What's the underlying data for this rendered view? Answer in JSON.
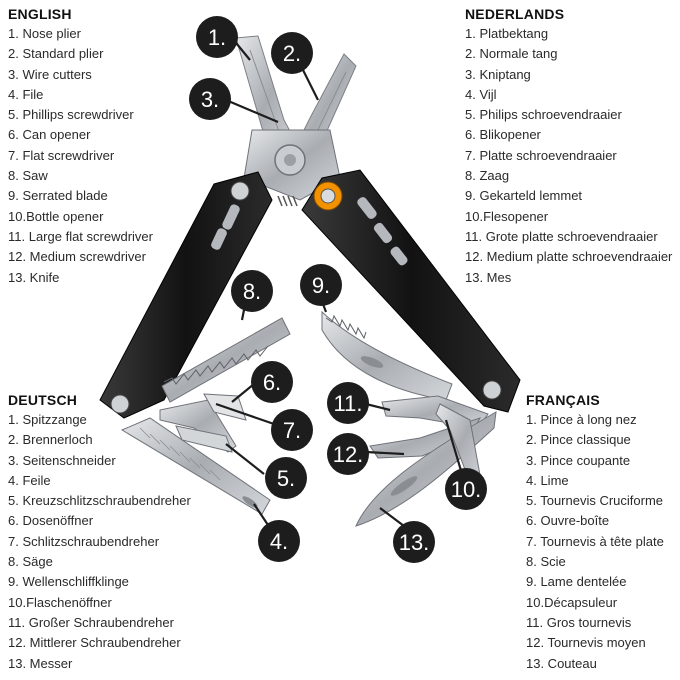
{
  "legends": {
    "english": {
      "heading": "ENGLISH",
      "items": [
        "1. Nose plier",
        "2. Standard plier",
        "3. Wire cutters",
        "4. File",
        "5. Phillips screwdriver",
        "6. Can opener",
        "7. Flat screwdriver",
        "8. Saw",
        "9. Serrated blade",
        "10.Bottle opener",
        "11. Large flat screwdriver",
        "12. Medium screwdriver",
        "13. Knife"
      ]
    },
    "nederlands": {
      "heading": "NEDERLANDS",
      "items": [
        "1. Platbektang",
        "2. Normale tang",
        "3. Kniptang",
        "4. Vijl",
        "5. Philips schroevendraaier",
        "6. Blikopener",
        "7. Platte schroevendraaier",
        "8. Zaag",
        "9. Gekarteld lemmet",
        "10.Flesopener",
        "11. Grote platte schroevendraaier",
        "12. Medium platte schroevendraaier",
        "13. Mes"
      ]
    },
    "deutsch": {
      "heading": "DEUTSCH",
      "items": [
        "1. Spitzzange",
        "2. Brennerloch",
        "3. Seitenschneider",
        "4. Feile",
        "5. Kreuzschlitzschraubendreher",
        "6. Dosenöffner",
        "7. Schlitzschraubendreher",
        "8. Säge",
        "9. Wellenschliffklinge",
        "10.Flaschenöffner",
        "11. Großer Schraubendreher",
        "12. Mittlerer Schraubendreher",
        "13. Messer"
      ]
    },
    "francais": {
      "heading": "FRANÇAIS",
      "items": [
        "1. Pince à long nez",
        "2. Pince classique",
        "3. Pince coupante",
        "4. Lime",
        "5. Tournevis Cruciforme",
        "6. Ouvre-boîte",
        "7. Tournevis à tête plate",
        "8. Scie",
        "9. Lame dentelée",
        "10.Décapsuleur",
        "11. Gros tournevis",
        "12. Tournevis moyen",
        "13. Couteau"
      ]
    }
  },
  "callouts": [
    "1.",
    "2.",
    "3.",
    "4.",
    "5.",
    "6.",
    "7.",
    "8.",
    "9.",
    "10.",
    "11.",
    "12.",
    "13."
  ],
  "colors": {
    "handle": "#1c1c1c",
    "steel": "#b9bcc0",
    "accent_ring": "#f29200",
    "badge": "#1d1d1d"
  }
}
